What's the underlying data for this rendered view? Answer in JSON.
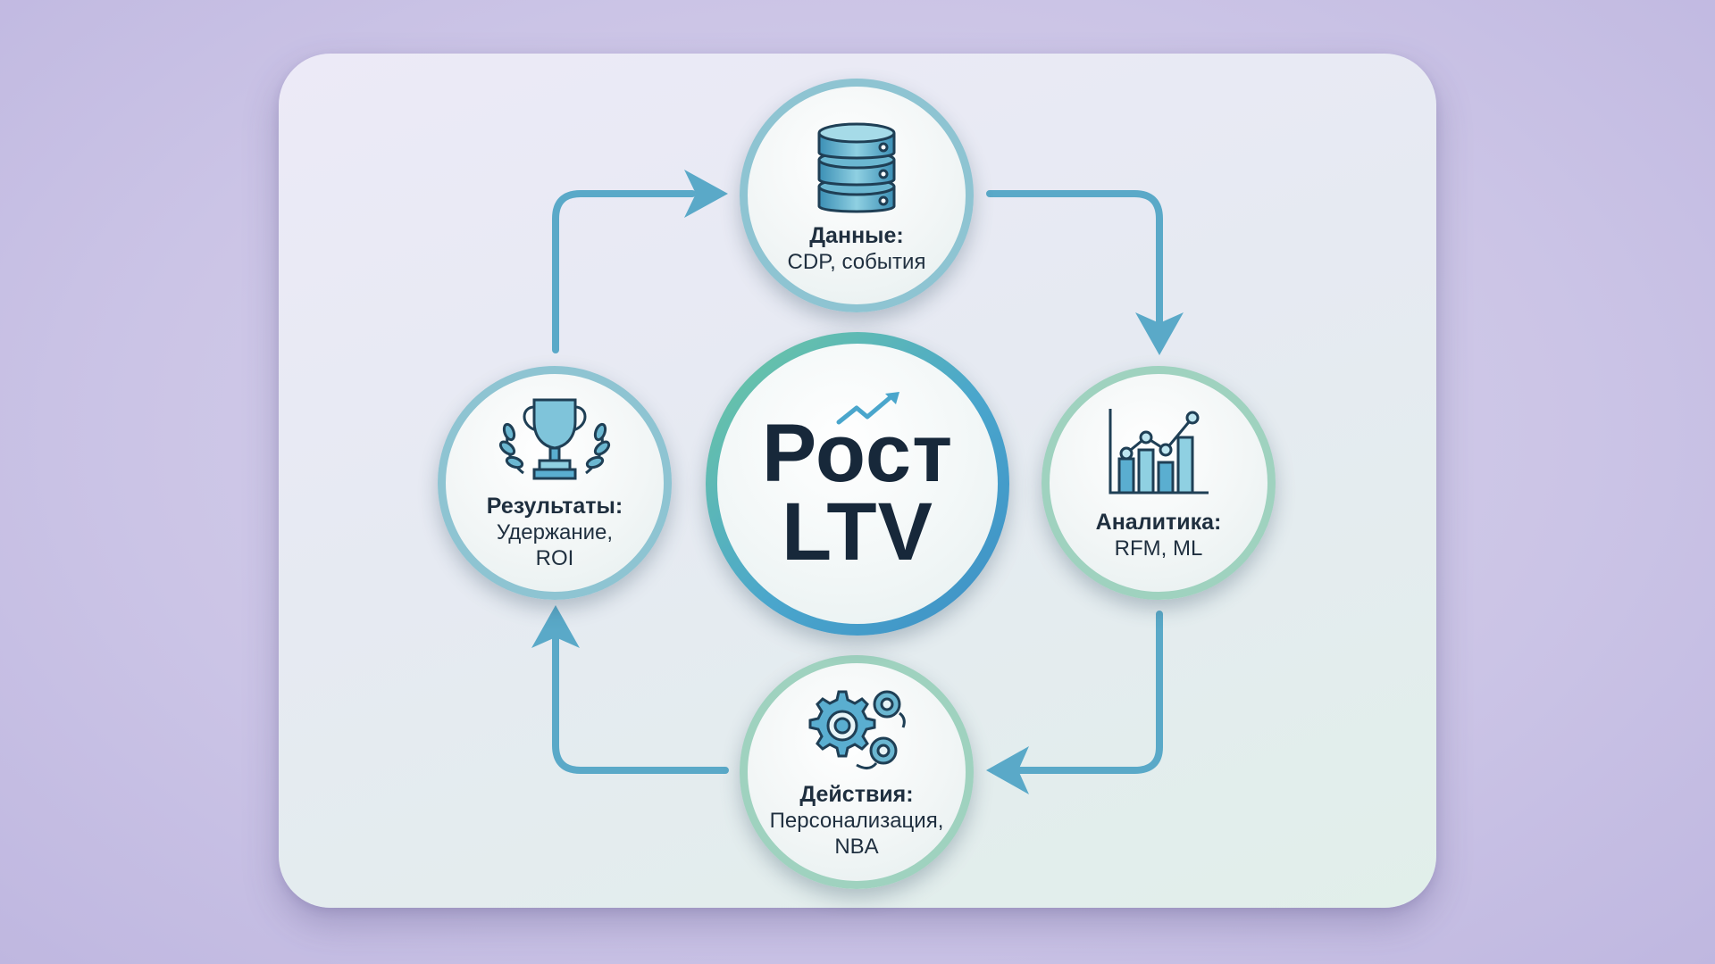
{
  "center": {
    "line1": "Рост",
    "line2": "LTV"
  },
  "nodes": {
    "data": {
      "title": "Данные:",
      "subtitle": "CDP, события",
      "icon": "database-icon"
    },
    "analytics": {
      "title": "Аналитика:",
      "subtitle": "RFM, ML",
      "icon": "bar-chart-icon"
    },
    "actions": {
      "title": "Действия:",
      "subtitle_line1": "Персонализация,",
      "subtitle_line2": "NBA",
      "icon": "gears-icon"
    },
    "results": {
      "title": "Результаты:",
      "subtitle_line1": "Удержание,",
      "subtitle_line2": "ROI",
      "icon": "trophy-icon"
    }
  },
  "colors": {
    "background": "#cbc4e6",
    "arrow": "#5aa9c8",
    "ring_blue": "#8ec4d2",
    "ring_green": "#9fd2bf",
    "text": "#1f2f3f"
  }
}
